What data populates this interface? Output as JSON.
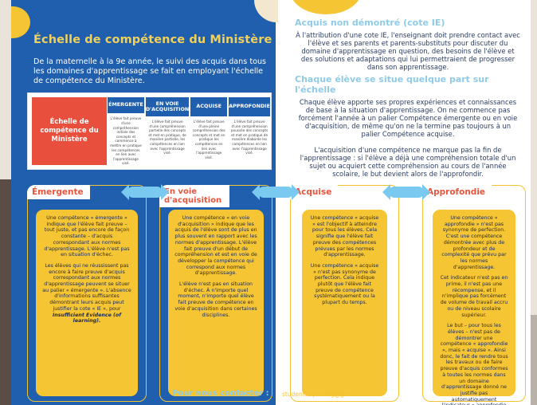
{
  "title": "Échelle de compétence du Ministère",
  "intro": "De la maternelle à la 9e année, le suivi des acquis dans tous les domaines d'apprentissage se fait en employant l'échelle de compétence du Ministère.",
  "scale_table": {
    "header": "Échelle de compétence du Ministère",
    "columns": [
      {
        "label": "ÉMERGENTE",
        "text": "L'élève fait preuve d'une compréhension initiale des concepts et commence à mettre en pratique les compétences en lien avec l'apprentissage visé."
      },
      {
        "label": "EN VOIE D'ACQUISITION",
        "text": "L'élève fait preuve d'une compréhension partielle des concepts et met en pratique, de manière partielle, les compétences en lien avec l'apprentissage visé."
      },
      {
        "label": "ACQUISE",
        "text": "L'élève fait preuve d'une pleine compréhension des concepts et met en pratique les compétences en lien avec l'apprentissage visé."
      },
      {
        "label": "APPROFONDIE",
        "text": "L'élève fait preuve d'une compréhension poussée des concepts et met en pratique de manière élaborée les compétences en lien avec l'apprentissage visé."
      }
    ]
  },
  "levels": [
    {
      "title": "Émergente",
      "paragraphs": [
        "Une compétence « émergente » indique que l'élève fait preuve – tout juste, et pas encore de façon constante – d'acquis correspondant aux normes d'apprentissage. L'élève n'est pas en situation d'échec.",
        "Les élèves qui ne réussissent pas encore à faire preuve d'acquis correspondant aux normes d'apprentissage peuvent se situer au palier « émergente ». L'absence d'informations suffisantes démontrant leurs acquis peut justifier la cote « IE », pour"
      ],
      "emphasis": "Insufficient Evidence (of learning)."
    },
    {
      "title": "En voie d'acquisition",
      "paragraphs": [
        "Une compétence « en voie d'acquisition » indique que les acquis de l'élève sont de plus en plus souvent en rapport avec les normes d'apprentissage. L'élève fait preuve d'un début de compréhension et est en voie de développer la compétence qui correspond aux normes d'apprentissage.",
        "L'élève n'est pas en situation d'échec. À n'importe quel moment, n'importe quel élève fait preuve de compétence en voie d'acquisition dans certaines disciplines."
      ]
    },
    {
      "title": "Acquise",
      "paragraphs": [
        "Une compétence « acquise » est l'objectif à atteindre pour tous les élèves. Cela signifie que l'élève fait preuve des compétences prévues par les normes d'apprentissage.",
        "Une compétence « acquise » n'est pas synonyme de perfection. Cela indique plutôt que l'élève fait preuve de compétence systématiquement ou la plupart du temps."
      ]
    },
    {
      "title": "Approfondie",
      "paragraphs": [
        "Une compétence « approfondie » n'est pas synonyme de perfection. C'est une compétence démontrée avec plus de profondeur et de complexité que prévu par les normes d'apprentissage.",
        "Cet indicateur n'est pas en prime, il n'est pas une récompense, et il n'implique pas forcément de volume de travail accru ou de niveau scolaire supérieur.",
        "Le but – pour tous les élèves – n'est pas de démontrer une compétence « approfondie », mais « acquise ». Ainsi donc, le fait de rendre tous les travaux ou de faire preuve d'acquis conformes à toutes les normes dans un domaine d'apprentissage donné ne justifie pas automatiquement l'indicateur « approfondie »."
      ]
    }
  ],
  "contact": {
    "label": "Pour nous contacter :",
    "email": "student.reporting@gov.bc.ca"
  },
  "right": {
    "section1_title": "Acquis non démontré (cote IE)",
    "section1_text": "À l'attribution d'une cote IE, l'enseignant doit prendre contact avec l'élève et ses parents et parents-substituts pour discuter du domaine d'apprentissage en question, des besoins de l'élève et des solutions et adaptations qui lui permettraient de progresser dans son apprentissage.",
    "section2_title": "Chaque élève se situe quelque part sur l'échelle",
    "section2_text1": "Chaque élève apporte ses propres expériences et connaissances de base à la situation d'apprentissage. On ne commence pas forcément l'année à un palier Compétence émergente ou en voie d'acquisition, de même qu'on ne la termine pas toujours à un palier Compétence acquise.",
    "section2_text2": "L'acquisition d'une compétence ne marque pas la fin de l'apprentissage : si l'élève a déjà une compréhension totale d'un sujet ou acquiert cette compréhension au cours de l'année scolaire, le but devient alors de l'approfondir."
  }
}
